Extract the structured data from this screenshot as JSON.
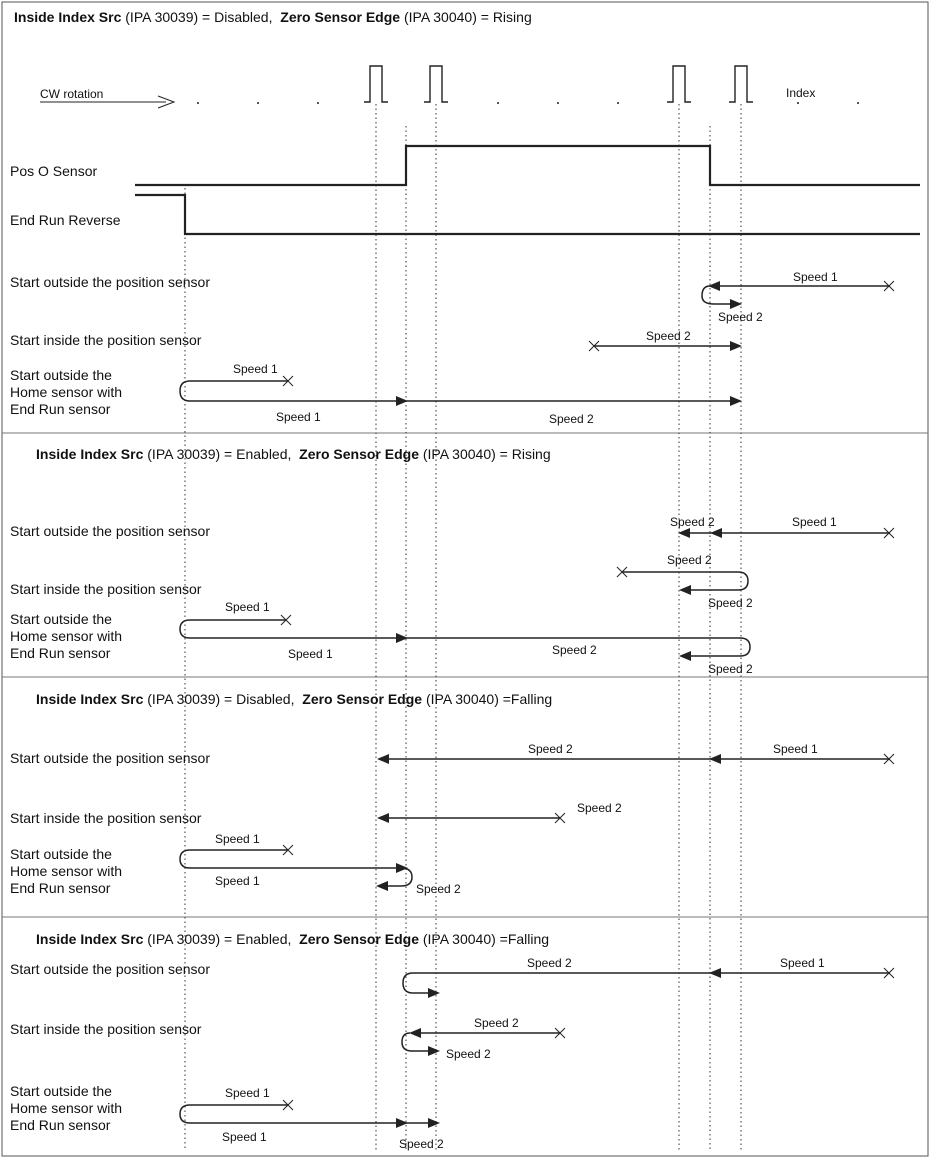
{
  "sections": [
    {
      "header": {
        "inside_label": "Inside Index Src",
        "inside_rest": " (IPA 30039) = Disabled,  ",
        "zero_label": "Zero Sensor Edge",
        "zero_rest": " (IPA 30040) = Rising"
      },
      "signals": {
        "cw_rotation": "CW rotation",
        "index": "Index",
        "pos_o_sensor": "Pos O Sensor",
        "end_run_reverse": "End Run Reverse"
      },
      "rows": {
        "start_outside": "Start outside the position sensor",
        "start_inside": "Start inside the position sensor",
        "home_1": "Start outside the",
        "home_2": "Home sensor with",
        "home_3": "End Run sensor"
      },
      "speeds": {
        "s1": "Speed 1",
        "s2": "Speed 2",
        "s3": "Speed 2",
        "s4": "Speed 1",
        "s5": "Speed 1",
        "s6": "Speed 2"
      }
    },
    {
      "header": {
        "inside_label": "Inside Index Src",
        "inside_rest": " (IPA 30039) = Enabled,  ",
        "zero_label": "Zero Sensor Edge",
        "zero_rest": " (IPA 30040) = Rising"
      },
      "rows": {
        "start_outside": "Start outside the position sensor",
        "start_inside": "Start inside the position sensor",
        "home_1": "Start outside the",
        "home_2": "Home sensor with",
        "home_3": "End Run sensor"
      },
      "speeds": {
        "s1": "Speed 2",
        "s2": "Speed 1",
        "s3": "Speed 2",
        "s4": "Speed 2",
        "s5": "Speed 1",
        "s6": "Speed 1",
        "s7": "Speed 2",
        "s8": "Speed 2"
      }
    },
    {
      "header": {
        "inside_label": "Inside Index Src",
        "inside_rest": " (IPA 30039) = Disabled,  ",
        "zero_label": "Zero Sensor Edge",
        "zero_rest": " (IPA 30040) =Falling"
      },
      "rows": {
        "start_outside": "Start outside the position sensor",
        "start_inside": "Start inside the position sensor",
        "home_1": "Start outside the",
        "home_2": "Home sensor with",
        "home_3": "End Run sensor"
      },
      "speeds": {
        "s1": "Speed 2",
        "s2": "Speed  1",
        "s3": "Speed 2",
        "s4": "Speed  1",
        "s5": "Speed 1",
        "s6": "Speed 2"
      }
    },
    {
      "header": {
        "inside_label": "Inside Index Src",
        "inside_rest": " (IPA 30039) = Enabled,  ",
        "zero_label": "Zero Sensor Edge",
        "zero_rest": " (IPA 30040) =Falling"
      },
      "rows": {
        "start_outside": "Start outside the position sensor",
        "start_inside": "Start inside the position sensor",
        "home_1": "Start outside the",
        "home_2": "Home sensor with",
        "home_3": "End Run sensor"
      },
      "speeds": {
        "s1": "Speed 2",
        "s2": "Speed 1",
        "s3": "Speed 2",
        "s4": "Speed 2",
        "s5": "Speed 1",
        "s6": "Speed 1",
        "s7": "Speed 2"
      }
    }
  ]
}
